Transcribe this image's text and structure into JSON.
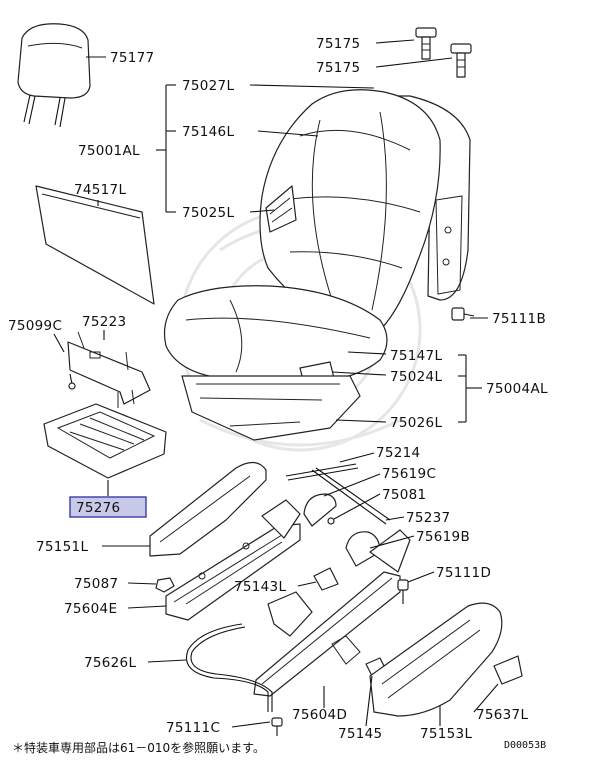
{
  "diagram": {
    "footer_note": "＊特装車専用部品は61－010を参照願います。",
    "diagram_code": "D00053B",
    "highlight_color": "#c8c8e8",
    "parts": [
      {
        "label": "75177",
        "highlighted": false
      },
      {
        "label": "75175",
        "highlighted": false
      },
      {
        "label": "75175",
        "highlighted": false
      },
      {
        "label": "75027L",
        "highlighted": false
      },
      {
        "label": "75146L",
        "highlighted": false
      },
      {
        "label": "75001AL",
        "highlighted": false
      },
      {
        "label": "74517L",
        "highlighted": false
      },
      {
        "label": "75025L",
        "highlighted": false
      },
      {
        "label": "75099C",
        "highlighted": false
      },
      {
        "label": "75223",
        "highlighted": false
      },
      {
        "label": "75111B",
        "highlighted": false
      },
      {
        "label": "75147L",
        "highlighted": false
      },
      {
        "label": "75024L",
        "highlighted": false
      },
      {
        "label": "75004AL",
        "highlighted": false
      },
      {
        "label": "75026L",
        "highlighted": false
      },
      {
        "label": "75214",
        "highlighted": false
      },
      {
        "label": "75619C",
        "highlighted": false
      },
      {
        "label": "75081",
        "highlighted": false
      },
      {
        "label": "75276",
        "highlighted": true
      },
      {
        "label": "75237",
        "highlighted": false
      },
      {
        "label": "75151L",
        "highlighted": false
      },
      {
        "label": "75619B",
        "highlighted": false
      },
      {
        "label": "75087",
        "highlighted": false
      },
      {
        "label": "75143L",
        "highlighted": false
      },
      {
        "label": "75111D",
        "highlighted": false
      },
      {
        "label": "75604E",
        "highlighted": false
      },
      {
        "label": "75626L",
        "highlighted": false
      },
      {
        "label": "75604D",
        "highlighted": false
      },
      {
        "label": "75637L",
        "highlighted": false
      },
      {
        "label": "75111C",
        "highlighted": false
      },
      {
        "label": "75145",
        "highlighted": false
      },
      {
        "label": "75153L",
        "highlighted": false
      }
    ]
  }
}
